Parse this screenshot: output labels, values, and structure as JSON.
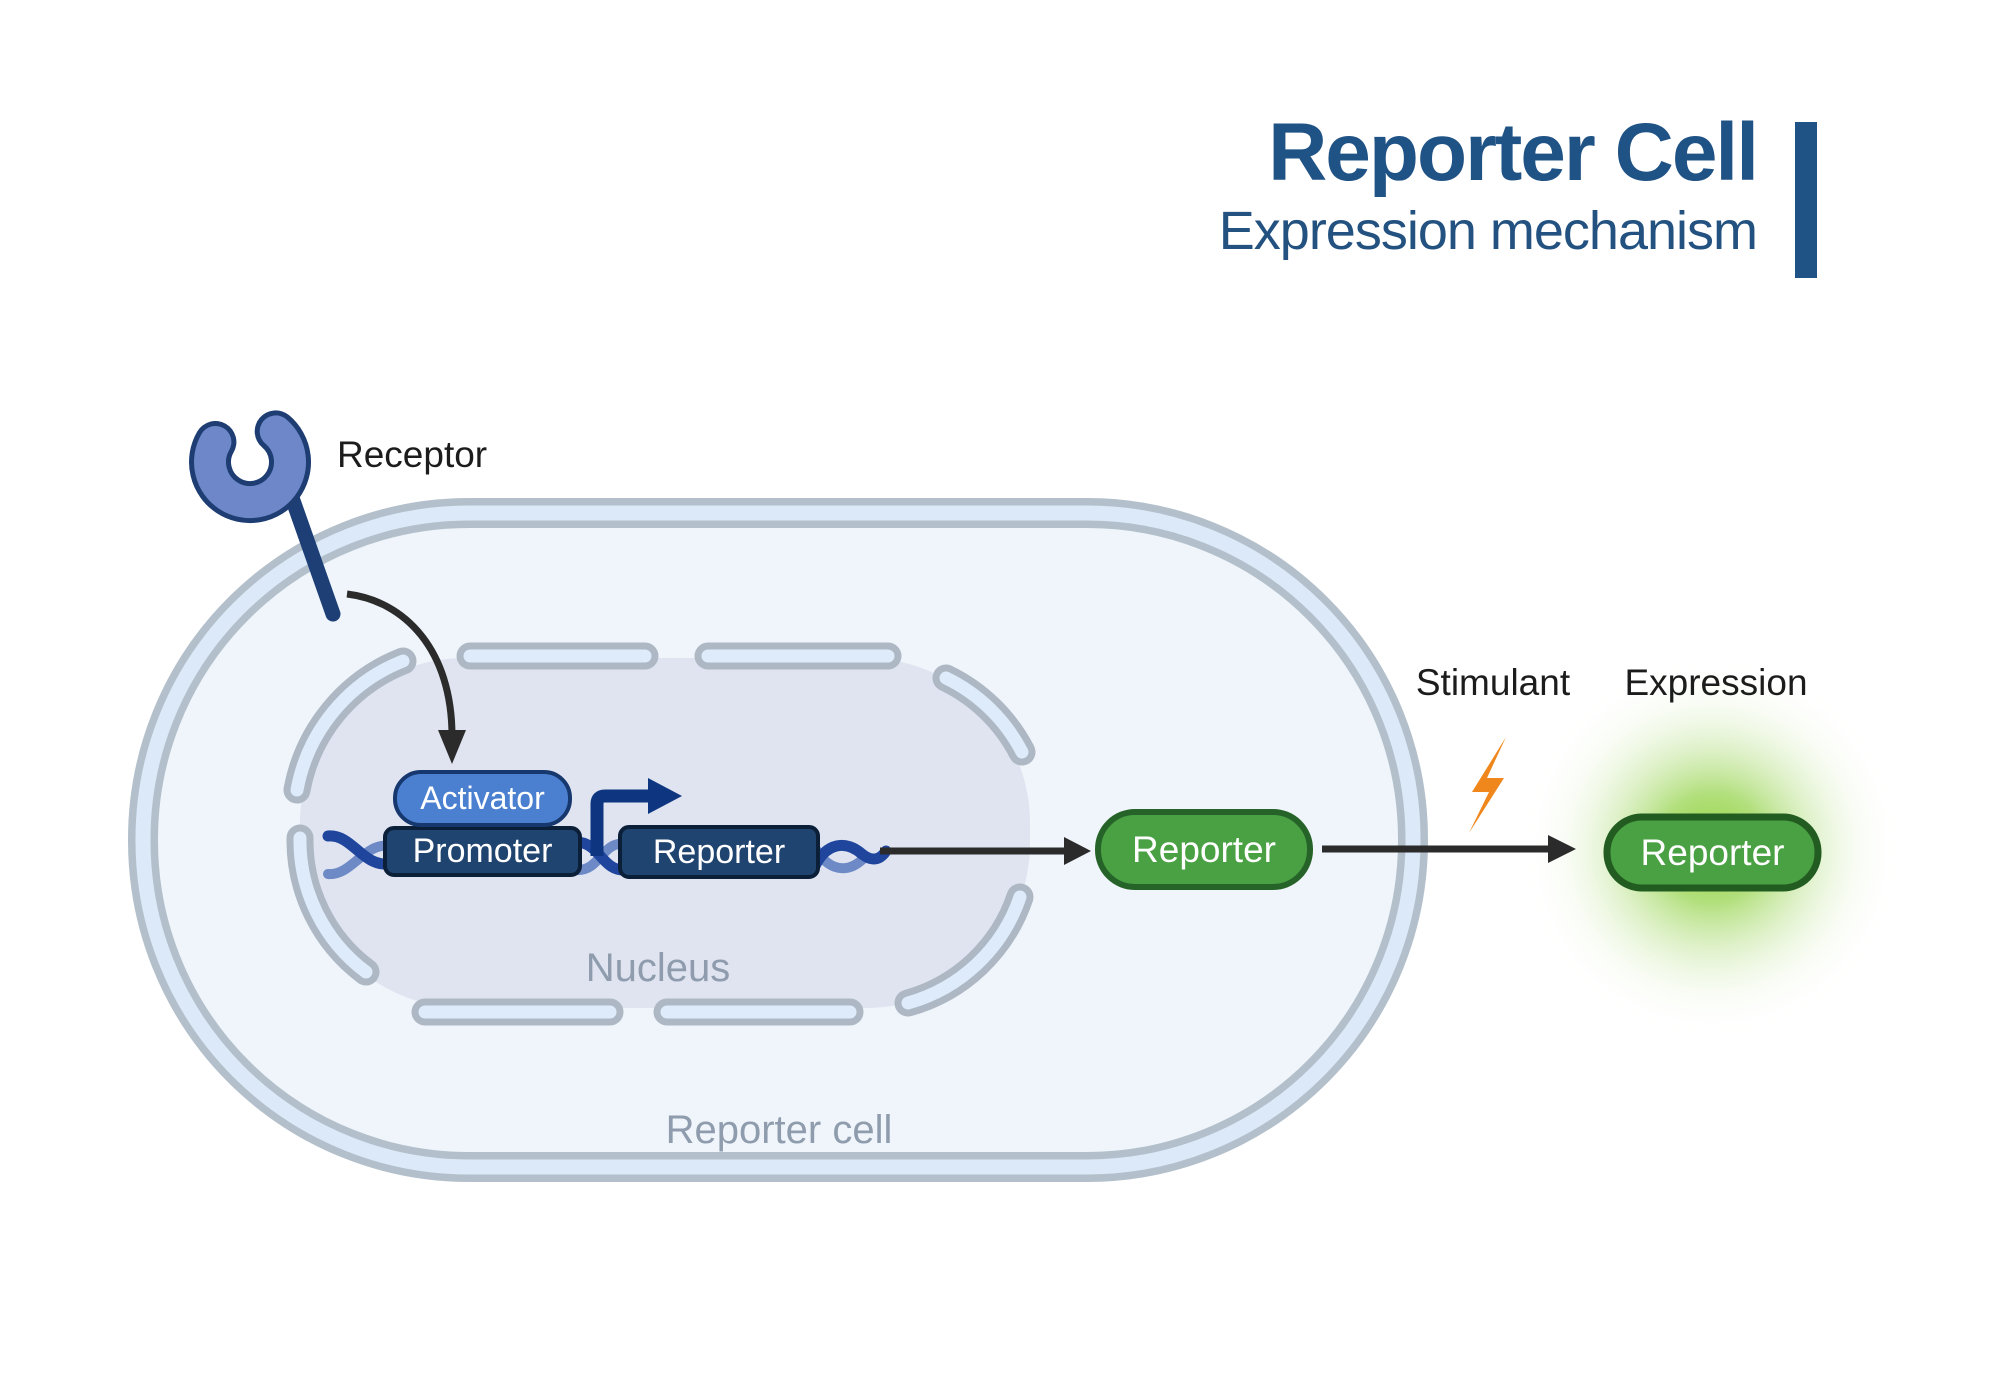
{
  "header": {
    "title": "Reporter Cell",
    "subtitle": "Expression mechanism"
  },
  "diagram": {
    "receptor_label": "Receptor",
    "nucleus_label": "Nucleus",
    "cell_label": "Reporter cell",
    "stimulant_label": "Stimulant",
    "expression_label": "Expression",
    "activator": "Activator",
    "promoter": "Promoter",
    "reporter_gene": "Reporter",
    "reporter_protein": "Reporter",
    "expressed_reporter": "Reporter"
  },
  "colors": {
    "title_blue": "#1F5285",
    "dark_navy": "#0E3680",
    "receptor_blue": "#6D87C8",
    "activator_blue": "#4B80D1",
    "gene_box_navy": "#204470",
    "dna_blue": "#1F459C",
    "reporter_green": "#4AA143",
    "reporter_green_border": "#266328",
    "glow_green": "#8ED133",
    "stimulant_orange": "#F0871C",
    "membrane_gray": "#B3C0CB",
    "membrane_blue": "#DBE9F8",
    "cell_fill": "#EFF5FA",
    "nucleus_fill": "#DFE4F0",
    "muted_label_gray": "#8F9CAD",
    "arrow_black": "#2B2B2B"
  }
}
